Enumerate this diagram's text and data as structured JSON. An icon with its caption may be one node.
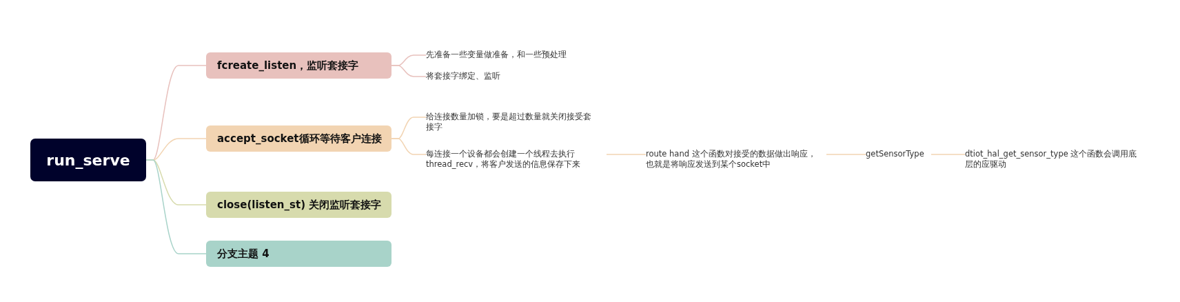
{
  "diagram": {
    "nodes": [
      {
        "text": [
          "run_serve"
        ]
      },
      {
        "text": [
          "fcreate_listen，监听套接字"
        ]
      },
      {
        "text": [
          "先准备一些变量做准备，和一些预处理"
        ]
      },
      {
        "text": [
          "将套接字绑定、监听"
        ]
      },
      {
        "text": [
          "accept_socket循环等待客户连接"
        ]
      },
      {
        "text": [
          "给连接数量加锁，要是超过数量就关闭接受套接字"
        ]
      },
      {
        "text": [
          "每连接一个设备都会创建一个线程去执行thread_recv，将客户发送的信息保存下来"
        ]
      },
      {
        "text": [
          "route hand 这个函数对接受的数据做出响应，也就是将响应发送到某个socket中"
        ]
      },
      {
        "text": [
          "getSensorType"
        ]
      },
      {
        "text": [
          "dtiot_hal_get_sensor_type 这个函数会调用底层的应驱动"
        ]
      },
      {
        "text": [
          "close(listen_st) 关闭监听套接字"
        ]
      },
      {
        "text": [
          "分支主题 4"
        ]
      }
    ],
    "edges": [
      {
        "from": 0,
        "to": 1,
        "arrow": "none",
        "color": "#e8c1bd"
      },
      {
        "from": 1,
        "to": 2,
        "arrow": "none",
        "color": "#e8c1bd"
      },
      {
        "from": 1,
        "to": 3,
        "arrow": "none",
        "color": "#e8c1bd"
      },
      {
        "from": 0,
        "to": 4,
        "arrow": "none",
        "color": "#f2d4b2"
      },
      {
        "from": 4,
        "to": 5,
        "arrow": "none",
        "color": "#f2d4b2"
      },
      {
        "from": 4,
        "to": 6,
        "arrow": "none",
        "color": "#f2d4b2"
      },
      {
        "from": 6,
        "to": 7,
        "arrow": "none",
        "color": "#f2d4b2"
      },
      {
        "from": 7,
        "to": 8,
        "arrow": "none",
        "color": "#f2d4b2"
      },
      {
        "from": 8,
        "to": 9,
        "arrow": "none",
        "color": "#f2d4b2"
      },
      {
        "from": 0,
        "to": 10,
        "arrow": "none",
        "color": "#d7dbad"
      },
      {
        "from": 0,
        "to": 11,
        "arrow": "none",
        "color": "#a8d3c9"
      }
    ]
  }
}
